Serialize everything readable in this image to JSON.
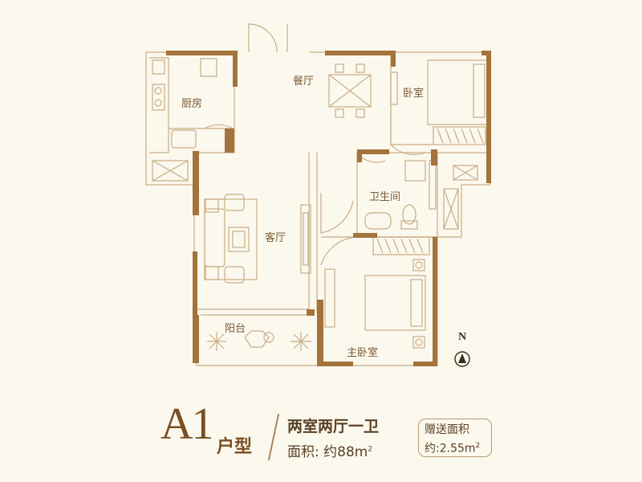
{
  "rooms": {
    "dining": "餐厅",
    "bedroom": "卧室",
    "kitchen": "厨房",
    "bathroom": "卫生间",
    "living": "客厅",
    "balcony": "阳台",
    "master": "主卧室"
  },
  "compass": {
    "north": "N"
  },
  "footer": {
    "unit_code": "A1",
    "unit_suffix": "户型",
    "layout": "两室两厅一卫",
    "area_label": "面积:",
    "area_value": "约88m",
    "area_sup": "2",
    "bonus_title": "赠送面积",
    "bonus_value": "约:2.55m",
    "bonus_sup": "2"
  },
  "colors": {
    "wall": "#a3733b",
    "line": "#c9ad84",
    "text": "#7a5a32",
    "background": "#fbf8ee"
  }
}
